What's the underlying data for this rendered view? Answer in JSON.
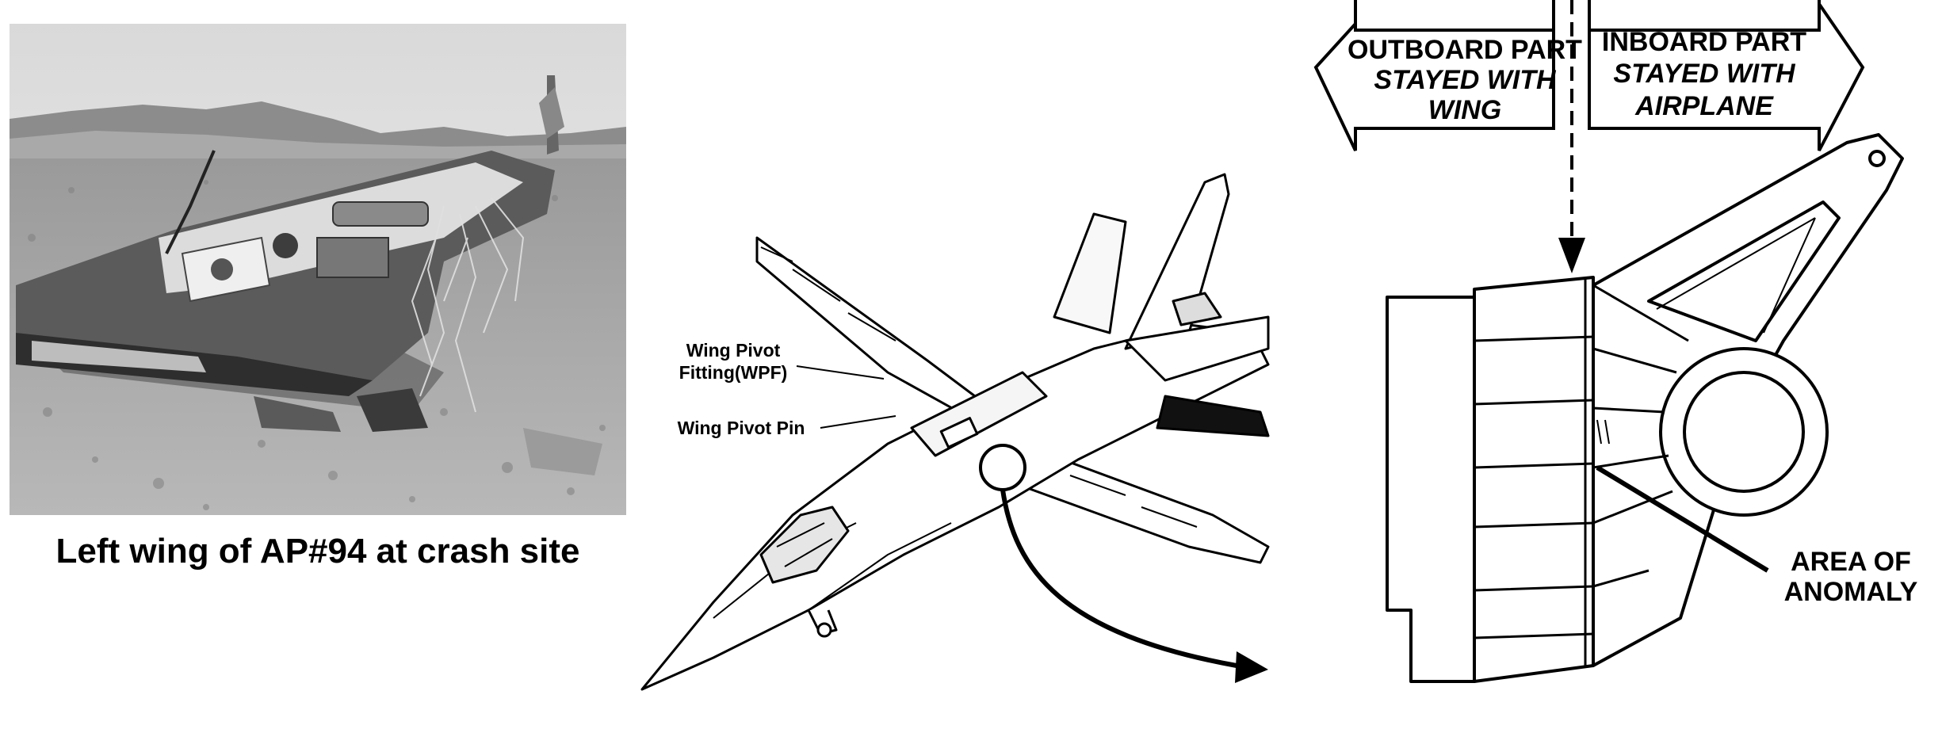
{
  "photo": {
    "caption": "Left wing of AP#94 at crash site"
  },
  "aircraft_diagram": {
    "labels": {
      "wpf_line1": "Wing Pivot",
      "wpf_line2": "Fitting(WPF)",
      "pin": "Wing Pivot Pin"
    }
  },
  "fitting_diagram": {
    "outboard": {
      "line1": "OUTBOARD PART",
      "line2": "STAYED WITH",
      "line3": "WING"
    },
    "inboard": {
      "line1": "INBOARD PART",
      "line2": "STAYED WITH",
      "line3": "AIRPLANE"
    },
    "anomaly": {
      "line1": "AREA OF",
      "line2": "ANOMALY"
    }
  }
}
